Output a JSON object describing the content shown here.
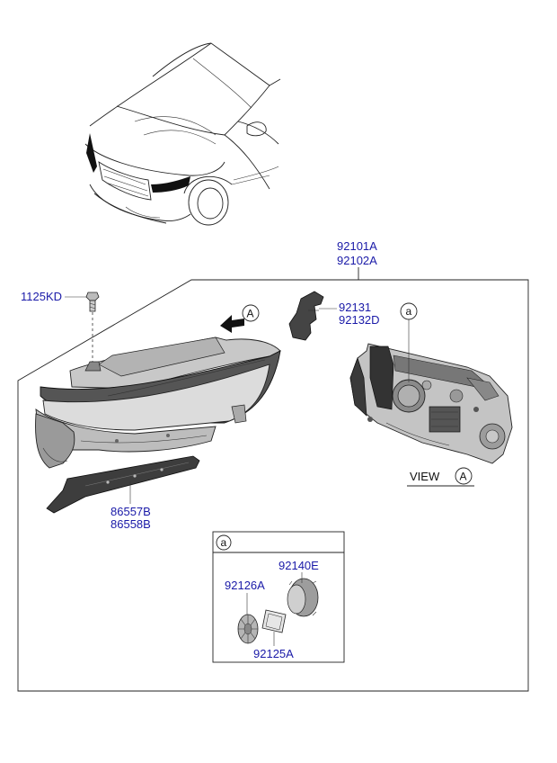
{
  "parts": {
    "assembly_lh": "92101A",
    "assembly_rh": "92102A",
    "screw": "1125KD",
    "bracket_lh": "92131",
    "bracket_rh": "92132D",
    "trim_lh": "86557B",
    "trim_rh": "86558B",
    "bulb_cap": "92140E",
    "socket_cover": "92126A",
    "gasket": "92125A"
  },
  "view": {
    "label": "VIEW",
    "letter": "A"
  },
  "refs": {
    "arrow_letter": "A",
    "detail_letter": "a",
    "inset_letter": "a"
  },
  "colors": {
    "part_label": "#1a1aa8",
    "line": "#222222",
    "housing_fill": "#d9d9d9",
    "shade_fill": "#a6a6a6"
  }
}
